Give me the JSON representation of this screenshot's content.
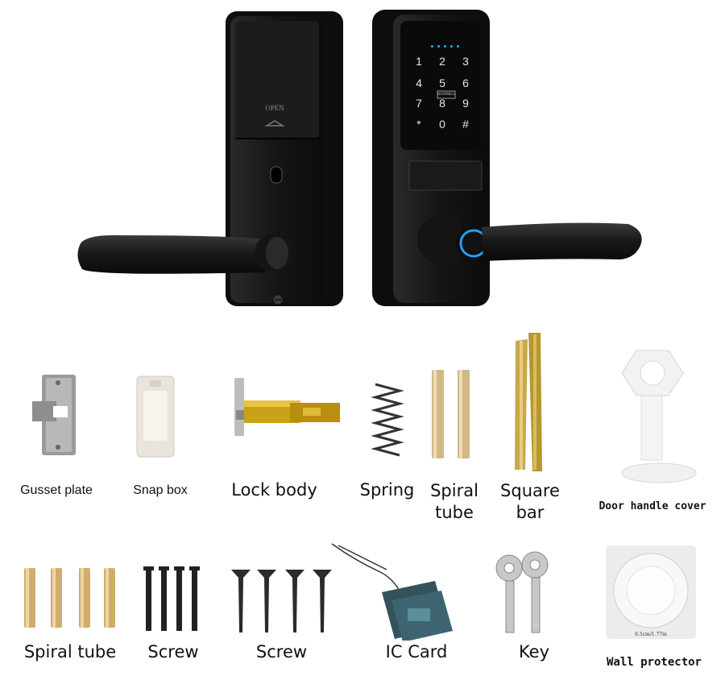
{
  "lock": {
    "open_label": "OPEN",
    "keypad": [
      "1",
      "2",
      "3",
      "4",
      "5",
      "6",
      "7",
      "8",
      "9",
      "*",
      "0",
      "#"
    ],
    "keypad_badge": "DOORBELL",
    "accent_color": "#1fa0ff"
  },
  "accessories_row1": [
    {
      "label": "Gusset plate"
    },
    {
      "label": "Snap box"
    },
    {
      "label": "Lock body"
    },
    {
      "label": "Spring"
    },
    {
      "label": "Spiral\ntube"
    },
    {
      "label": "Square\nbar"
    },
    {
      "label": "Door handle cover"
    }
  ],
  "accessories_row2": [
    {
      "label": "Spiral tube"
    },
    {
      "label": "Screw"
    },
    {
      "label": "Screw"
    },
    {
      "label": "IC Card"
    },
    {
      "label": "Key"
    },
    {
      "label": "Wall protector"
    }
  ],
  "wall_protector_size": "6.5cm/1.77in"
}
